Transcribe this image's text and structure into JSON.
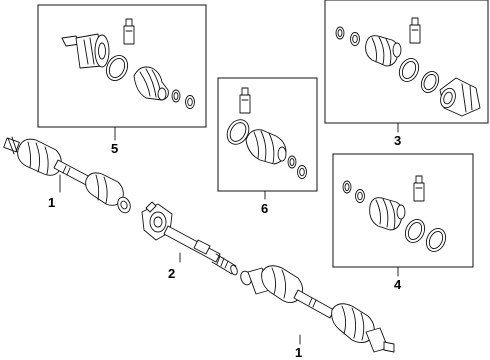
{
  "callouts": {
    "shaft_left": "1",
    "shaft_right": "1",
    "intermediate_shaft": "2",
    "box_outer_joint_kit": "3",
    "box_inner_joint_kit": "4",
    "box_boot_kit_a": "5",
    "box_boot_kit_b": "6"
  }
}
